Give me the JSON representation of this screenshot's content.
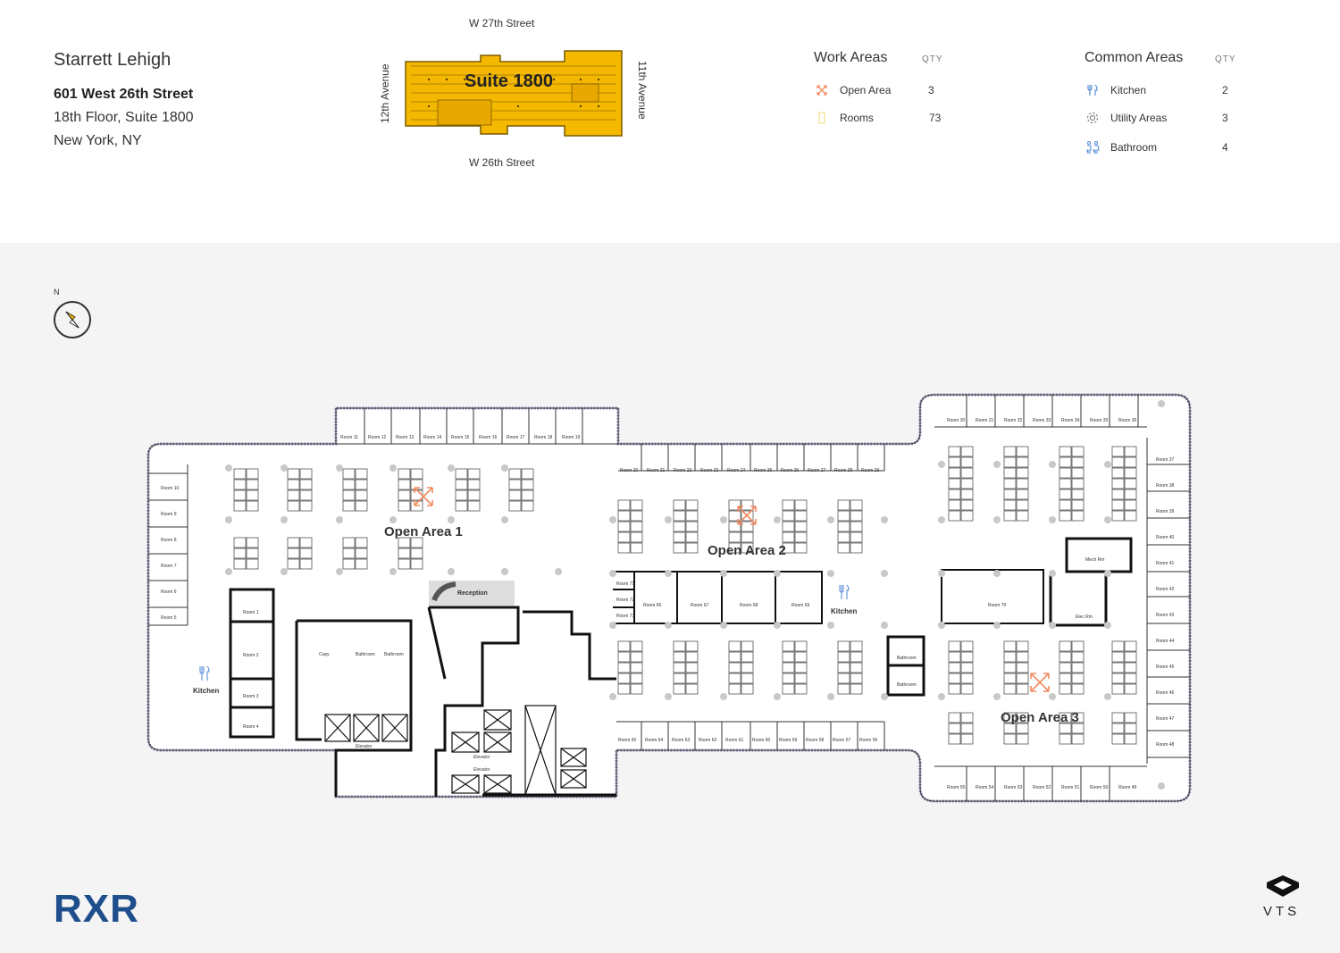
{
  "building": {
    "name": "Starrett Lehigh",
    "address_line1": "601 West 26th Street",
    "address_line2": "18th Floor, Suite 1800",
    "address_line3": "New York, NY"
  },
  "keyplan": {
    "north_street": "W 27th Street",
    "south_street": "W 26th Street",
    "west_street": "12th Avenue",
    "east_street": "11th Avenue",
    "suite_label": "Suite 1800",
    "highlight_color": "#f5b800"
  },
  "legend": {
    "work_areas": {
      "title": "Work Areas",
      "qty_header": "QTY",
      "items": [
        {
          "icon": "open-area-icon",
          "label": "Open Area",
          "qty": "3",
          "color": "#f08a60"
        },
        {
          "icon": "rooms-icon",
          "label": "Rooms",
          "qty": "73",
          "color": "#f5e08a"
        }
      ]
    },
    "common_areas": {
      "title": "Common Areas",
      "qty_header": "QTY",
      "items": [
        {
          "icon": "kitchen-icon",
          "label": "Kitchen",
          "qty": "2",
          "color": "#5a8fd8"
        },
        {
          "icon": "utility-icon",
          "label": "Utility Areas",
          "qty": "3",
          "color": "#888888"
        },
        {
          "icon": "bathroom-icon",
          "label": "Bathroom",
          "qty": "4",
          "color": "#5a8fd8"
        }
      ]
    }
  },
  "compass": {
    "label": "N"
  },
  "floorplan": {
    "open_areas": [
      "Open Area 1",
      "Open Area 2",
      "Open Area 3"
    ],
    "reception": "Reception",
    "kitchens": [
      "Kitchen",
      "Kitchen"
    ],
    "elevators": [
      "Elevator",
      "Elevator",
      "Elevator"
    ],
    "utility": [
      "Copy",
      "Mech Rm",
      "Elec Rm"
    ],
    "bathrooms": [
      "Bathroom",
      "Bathroom",
      "Bathroom",
      "Bathroom"
    ],
    "top_rooms_left": [
      "Room 11",
      "Room 12",
      "Room 13",
      "Room 14",
      "Room 15",
      "Room 16",
      "Room 17",
      "Room 18",
      "Room 19"
    ],
    "top_rooms_mid": [
      "Room 20",
      "Room 21",
      "Room 22",
      "Room 23",
      "Room 24",
      "Room 25",
      "Room 26",
      "Room 27",
      "Room 28",
      "Room 29"
    ],
    "top_rooms_right": [
      "Room 30",
      "Room 31",
      "Room 32",
      "Room 33",
      "Room 34",
      "Room 35",
      "Room 36"
    ],
    "right_rooms": [
      "Room 37",
      "Room 38",
      "Room 39",
      "Room 40",
      "Room 41",
      "Room 42",
      "Room 43",
      "Room 44",
      "Room 45",
      "Room 46",
      "Room 47",
      "Room 48"
    ],
    "bottom_rooms_right": [
      "Room 55",
      "Room 54",
      "Room 53",
      "Room 52",
      "Room 51",
      "Room 50",
      "Room 49"
    ],
    "bottom_rooms_mid": [
      "Room 65",
      "Room 64",
      "Room 63",
      "Room 62",
      "Room 61",
      "Room 60",
      "Room 59",
      "Room 58",
      "Room 57",
      "Room 56"
    ],
    "left_rooms": [
      "Room 10",
      "Room 9",
      "Room 8",
      "Room 7",
      "Room 6",
      "Room 5"
    ],
    "inner_left_rooms": [
      "Room 1",
      "Room 2",
      "Room 3",
      "Room 4"
    ],
    "conf_rooms": [
      "Room 66",
      "Room 67",
      "Room 68",
      "Room 69"
    ],
    "small_rooms": [
      "Room 71",
      "Room 72",
      "Room 73"
    ],
    "room_70": "Room 70"
  },
  "brand": {
    "landlord_logo": "RXR",
    "platform_logo": "VTS"
  }
}
